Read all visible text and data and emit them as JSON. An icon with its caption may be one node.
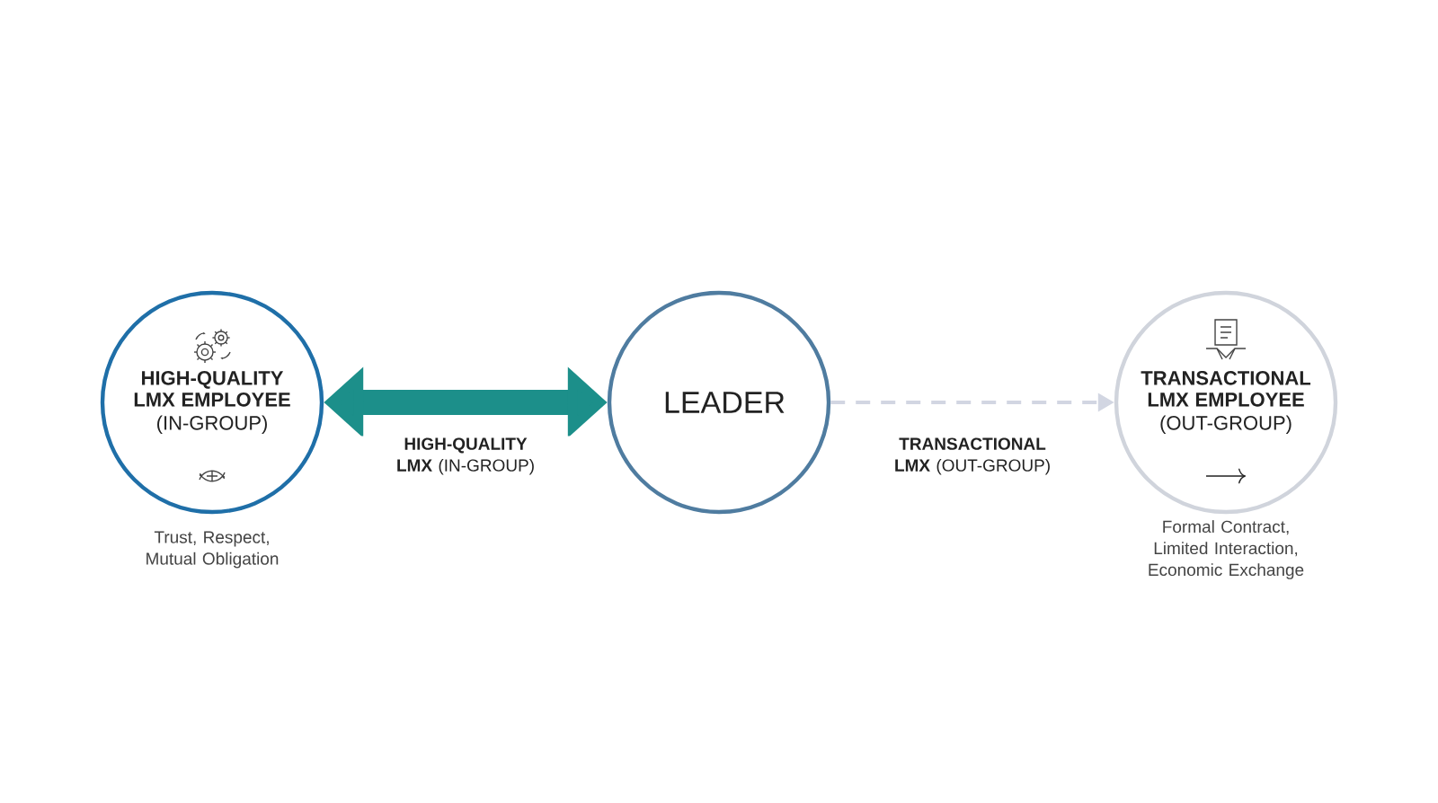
{
  "diagram": {
    "nodes": [
      {
        "text": [
          "HIGH-QUALITY LMX EMPLOYEE",
          "(IN-GROUP)"
        ],
        "beside": [
          "Trust, Respect, Mutual Obligation"
        ]
      },
      {
        "text": [
          "LEADER"
        ]
      },
      {
        "text": [
          "TRANSACTIONAL LMX EMPLOYEE",
          "(OUT-GROUP)"
        ],
        "beside": [
          "Formal Contract, Limited Interaction, Economic Exchange"
        ]
      }
    ],
    "edges": [
      {
        "from": 0,
        "to": 1,
        "arrow": "both",
        "label": "**HIGH-QUALITY LMX** (IN-GROUP)",
        "style": "thick",
        "color": "#1c8f8a"
      },
      {
        "from": 1,
        "to": 2,
        "arrow": "to",
        "label": "**TRANSACTIONAL LMX** (OUT-GROUP)",
        "style": "dashed",
        "color": "#d2d6e2"
      }
    ]
  }
}
